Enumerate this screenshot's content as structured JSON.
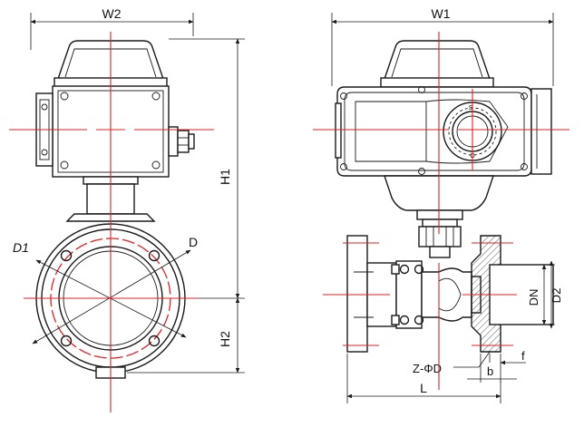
{
  "drawing": {
    "colors": {
      "outline": "#1a1a1a",
      "centerline": "#e02020",
      "background": "#ffffff"
    },
    "dimensions": {
      "w2": "W2",
      "w1": "W1",
      "h1": "H1",
      "h2": "H2",
      "d1": "D1",
      "d": "D",
      "dn": "DN",
      "d2": "D2",
      "z_phi_d": "Z-ΦD",
      "f": "f",
      "b": "b",
      "l": "L"
    },
    "indicator": {
      "s": "S",
      "o": "O"
    }
  }
}
